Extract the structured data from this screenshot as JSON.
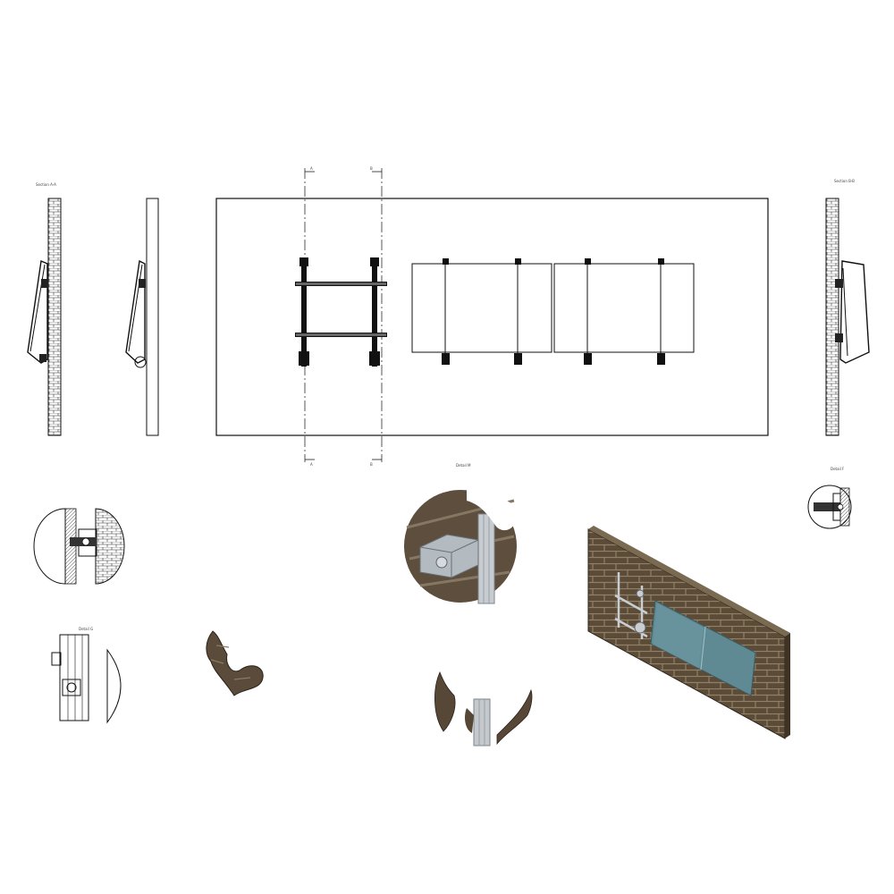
{
  "labels": {
    "section_aa": "Section A-A",
    "section_bb": "Section B-B",
    "detail_m": "Detail M",
    "detail_f": "Detail F",
    "detail_g": "Detail G",
    "cut_a": "A",
    "cut_b": "B"
  },
  "colors": {
    "line": "#111111",
    "brick": "#5a4a37",
    "mortar": "#8a7c64",
    "panel": "#5f8a94",
    "panel_light": "#7fa3ab",
    "metal": "#9ba3a8"
  }
}
